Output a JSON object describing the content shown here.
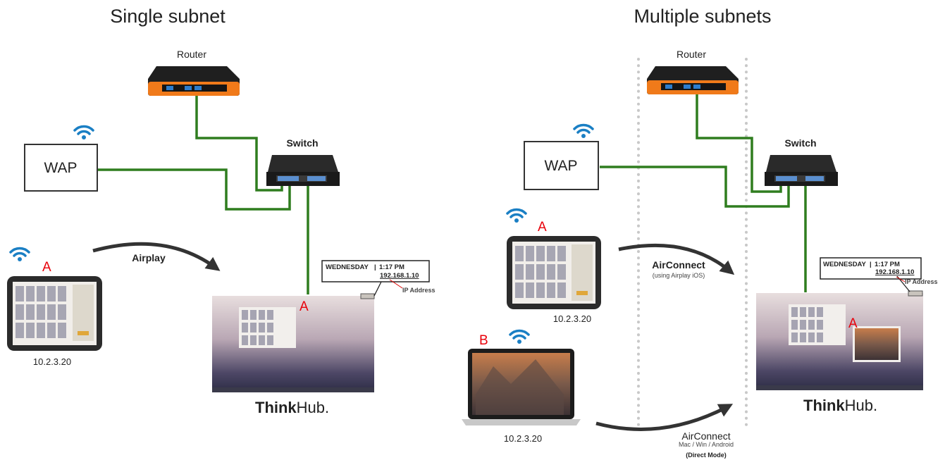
{
  "left": {
    "title": "Single subnet",
    "router_label": "Router",
    "switch_label": "Switch",
    "wap_label": "WAP",
    "device_a_marker": "A",
    "device_a_ip": "10.2.3.20",
    "airplay_label": "Airplay",
    "display_marker": "A",
    "info_card": {
      "day": "WEDNESDAY",
      "time": "1:17 PM",
      "ip": "192.168.1.10"
    },
    "ip_address_label": "IP Address",
    "brand_bold": "Think",
    "brand_light": "Hub."
  },
  "right": {
    "title": "Multiple subnets",
    "router_label": "Router",
    "switch_label": "Switch",
    "wap_label": "WAP",
    "device_a_marker": "A",
    "device_a_ip": "10.2.3.20",
    "device_b_marker": "B",
    "device_b_ip": "10.2.3.20",
    "airconnect_ios_label": "AirConnect",
    "airconnect_ios_sub": "(using Airplay iOS)",
    "airconnect_direct_label": "AirConnect",
    "airconnect_direct_sub": "Mac / Win / Android",
    "airconnect_direct_mode": "(Direct Mode)",
    "display_marker": "A",
    "info_card": {
      "day": "WEDNESDAY",
      "time": "1:17 PM",
      "ip": "192.168.1.10"
    },
    "ip_address_label": "IP Address",
    "brand_bold": "Think",
    "brand_light": "Hub."
  },
  "colors": {
    "cable": "#2f7d1f",
    "wifi": "#1a7fc4",
    "marker": "#e8000a",
    "router_accent": "#f07a1a"
  }
}
